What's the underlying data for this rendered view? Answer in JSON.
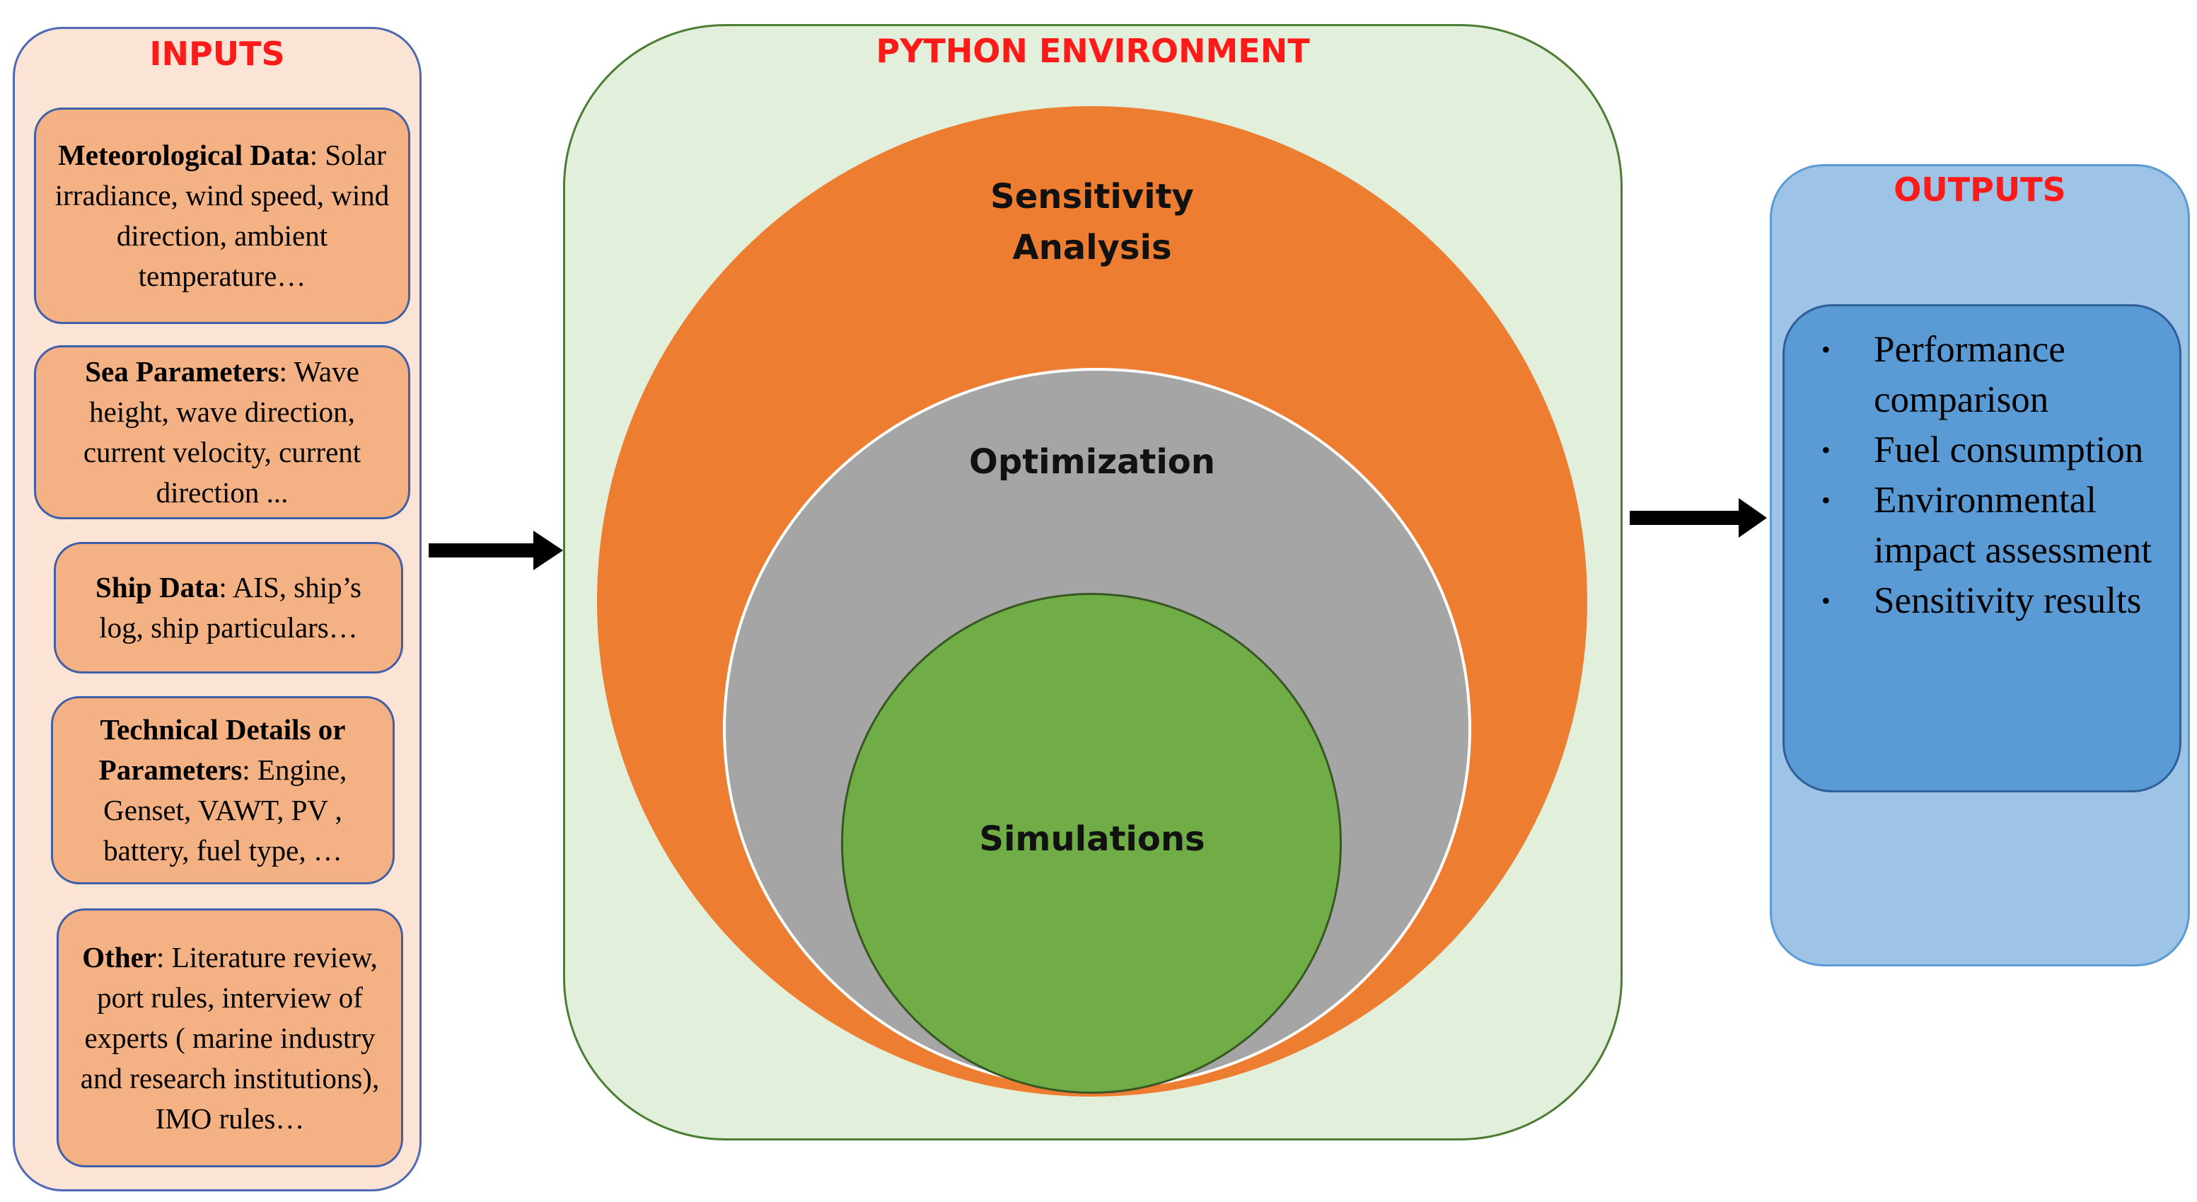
{
  "inputs": {
    "title": "INPUTS",
    "items": [
      {
        "bold": "Meteorological Data",
        "text": ": Solar irradiance, wind speed, wind direction, ambient temperature…"
      },
      {
        "bold": "Sea Parameters",
        "text": ": Wave height, wave direction, current velocity, current direction ..."
      },
      {
        "bold": "Ship Data",
        "text": ": AIS, ship’s log, ship particulars…"
      },
      {
        "bold": "Technical Details or Parameters",
        "text": ": Engine, Genset, VAWT, PV , battery, fuel type, …"
      },
      {
        "bold": "Other",
        "text": ": Literature review, port rules, interview of experts ( marine industry and research institutions), IMO rules…"
      }
    ]
  },
  "python_environment": {
    "title": "PYTHON ENVIRONMENT",
    "layers": {
      "outer_line1": "Sensitivity",
      "outer_line2": "Analysis",
      "middle": "Optimization",
      "inner": "Simulations"
    }
  },
  "outputs": {
    "title": "OUTPUTS",
    "items": [
      "Performance comparison",
      "Fuel consumption",
      "Environmental impact assessment",
      "Sensitivity results"
    ]
  },
  "colors": {
    "heading_red": "#ff1a1a",
    "inputs_bg": "#fbe4d6",
    "input_box": "#f4b183",
    "python_bg": "#e2efda",
    "sensitivity": "#ed7d31",
    "optimization": "#a5a5a5",
    "simulations": "#70ad47",
    "outputs_bg": "#9dc3e6",
    "outputs_inner": "#5b9bd5"
  },
  "icons": {
    "flow_arrow": "right-arrow-icon",
    "bullet": "bullet-dot-icon"
  }
}
